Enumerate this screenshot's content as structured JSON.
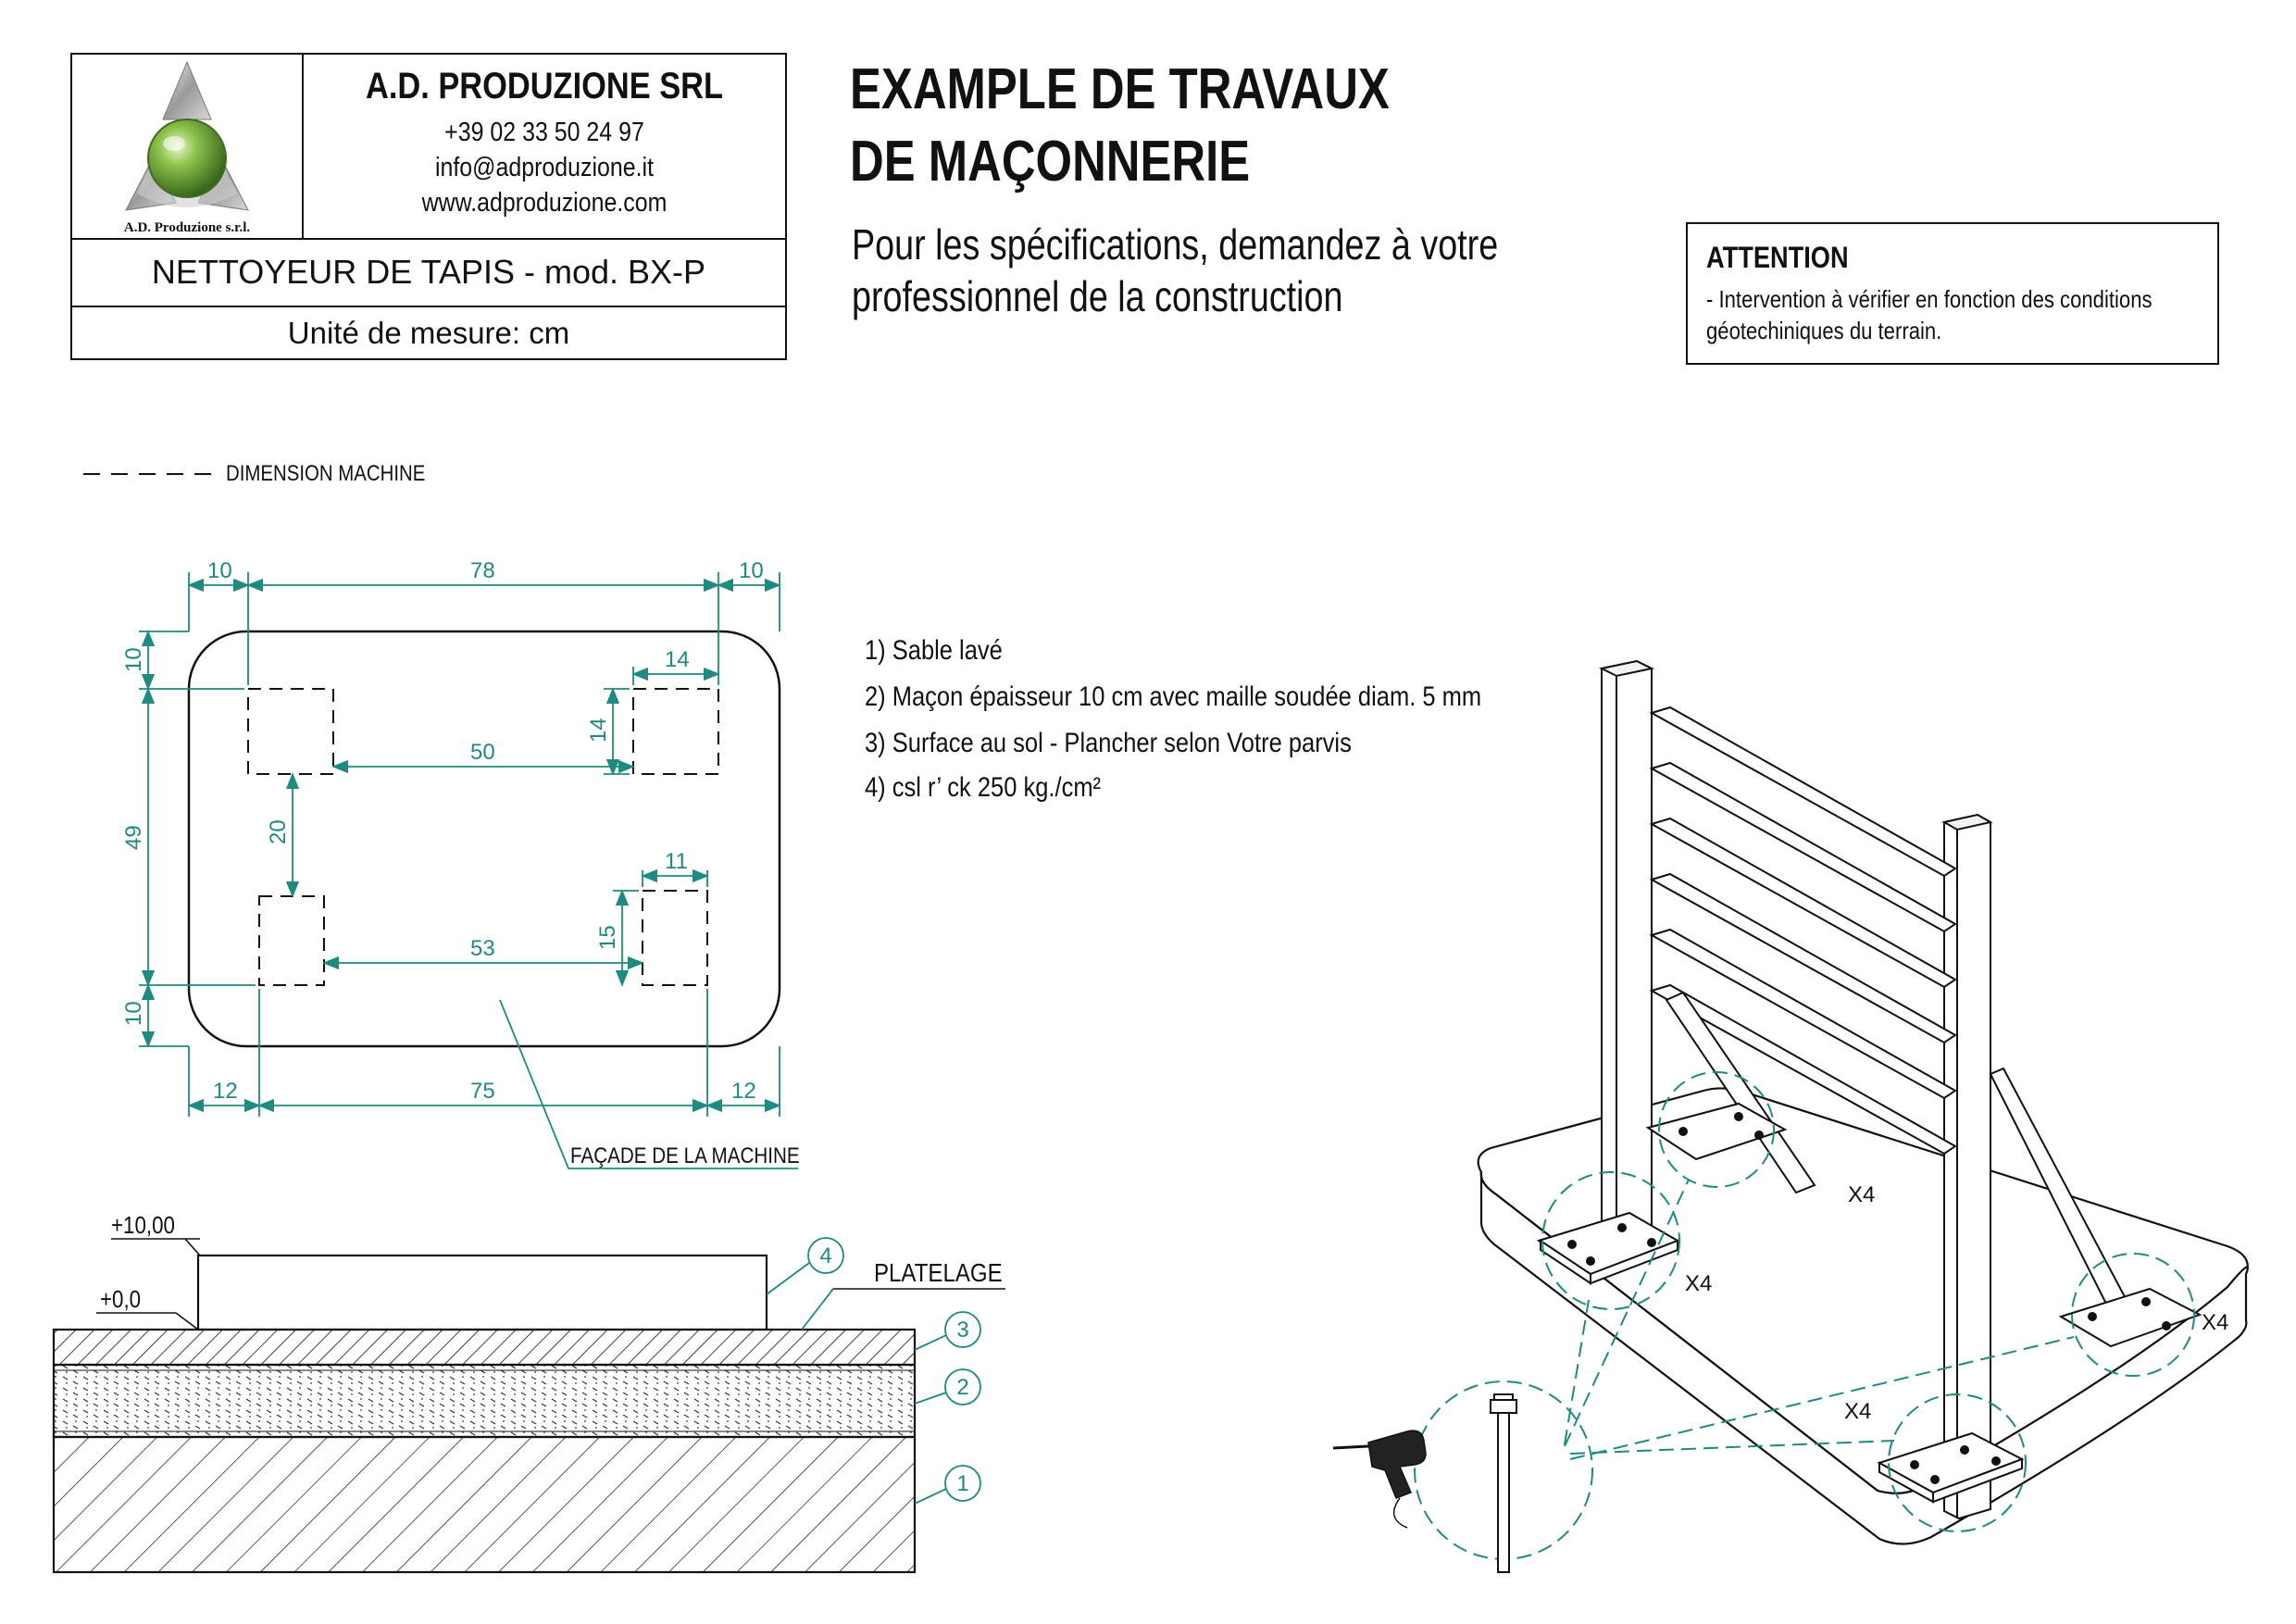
{
  "company": {
    "name": "A.D. PRODUZIONE SRL",
    "phone": "+39 02 33 50 24 97",
    "email": "info@adproduzione.it",
    "website": "www.adproduzione.com",
    "logo_caption": "A.D. Produzione s.r.l."
  },
  "product": "NETTOYEUR DE TAPIS - mod. BX-P",
  "units": "Unité de mesure: cm",
  "title": [
    "EXAMPLE DE TRAVAUX",
    "DE MAÇONNERIE"
  ],
  "subtitle": [
    "Pour les spécifications, demandez à votre",
    "professionnel de la construction"
  ],
  "attention": {
    "title": "ATTENTION",
    "lines": [
      "- Intervention à vérifier en fonction des conditions",
      "géotechiniques du terrain."
    ]
  },
  "legend": {
    "dashed_label": "DIMENSION MACHINE"
  },
  "notes": [
    "1) Sable lavé",
    "2) Maçon épaisseur 10 cm avec maille soudée diam. 5 mm",
    "3) Surface au sol - Plancher selon Votre parvis",
    "4) csl r’ ck 250 kg./cm²"
  ],
  "plan_dimensions": {
    "top": [
      "10",
      "78",
      "10"
    ],
    "bottom": [
      "12",
      "75",
      "12"
    ],
    "left": [
      "10",
      "49",
      "10"
    ],
    "upper_pad_width": "14",
    "upper_pad_height": "14",
    "upper_spacing": "50",
    "vertical_spacing": "20",
    "lower_pad_width": "11",
    "lower_pad_height": "15",
    "lower_spacing": "53",
    "front_label": "FAÇADE DE LA MACHINE"
  },
  "section": {
    "level_top": "+10,00",
    "level_zero": "+0,0",
    "platelage_label": "PLATELAGE",
    "callouts": [
      "4",
      "3",
      "2",
      "1"
    ]
  },
  "iso_labels": [
    "X4",
    "X4",
    "X4",
    "X4"
  ],
  "colors": {
    "dimension": "#1f8a7f",
    "ink": "#111111",
    "logo_green": "#6aa83a"
  }
}
